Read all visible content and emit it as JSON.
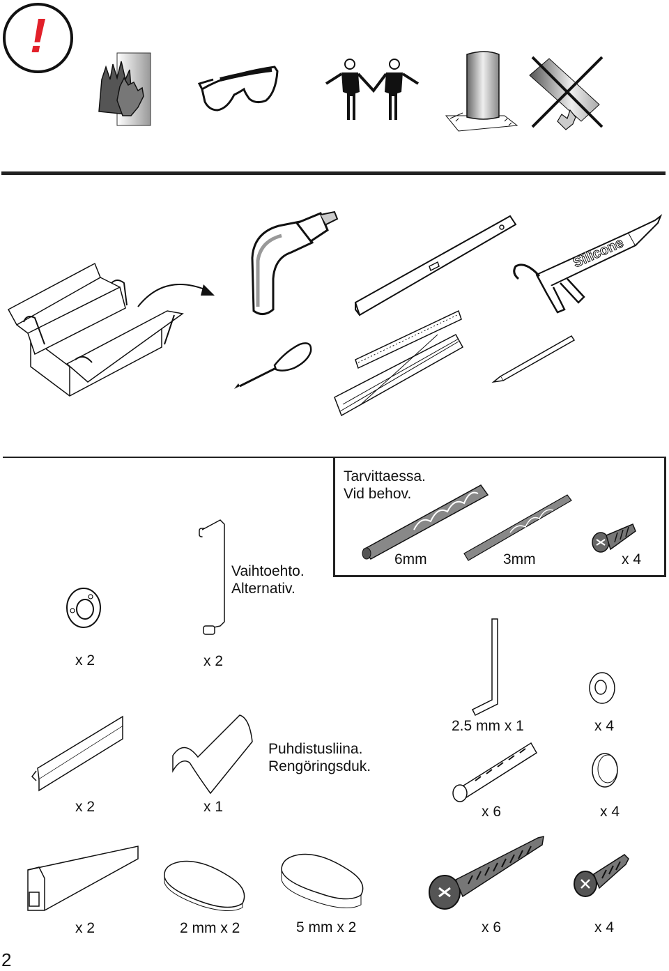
{
  "warning": {
    "symbol": "!",
    "color": "#e2202a"
  },
  "icons": [
    "gloves-icon",
    "safety-glasses-icon",
    "two-persons-icon",
    "wall-check-icon",
    "no-glass-cut-icon"
  ],
  "tools": [
    "toolbox-icon",
    "drill-icon",
    "spirit-level-icon",
    "caulking-gun-icon",
    "screwdriver-icon",
    "folding-ruler-icon",
    "pencil-icon"
  ],
  "tools_text": {
    "silicone": "Silicone"
  },
  "optional": {
    "title_line1": "Tarvittaessa.",
    "title_line2": "Vid behov.",
    "drill_6": "6mm",
    "drill_3": "3mm",
    "screw_qty": "x 4"
  },
  "alt": {
    "line1": "Vaihtoehto.",
    "line2": "Alternativ."
  },
  "cloth": {
    "line1": "Puhdistusliina.",
    "line2": "Rengöringsduk."
  },
  "parts": {
    "ring_qty": "x 2",
    "hexbar_qty": "x 2",
    "hexkey_qty": "2.5 mm x 1",
    "washer_qty": "x 4",
    "seal_qty": "x 2",
    "cloth_qty": "x 1",
    "plug_qty": "x 6",
    "cap_qty": "x 4",
    "profile_qty": "x 2",
    "pad2_qty": "2 mm x 2",
    "pad5_qty": "5 mm x 2",
    "longscrew_qty": "x 6",
    "shortscrew_qty": "x 4"
  },
  "page_number": "2"
}
